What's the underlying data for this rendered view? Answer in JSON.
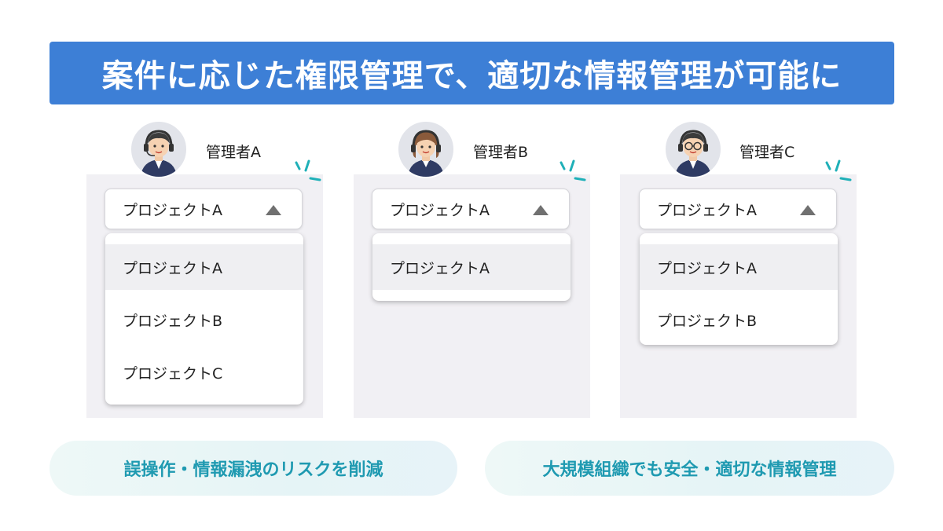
{
  "title": "案件に応じた権限管理で、適切な情報管理が可能に",
  "admins": [
    {
      "name": "管理者A",
      "selected": "プロジェクトA",
      "options": [
        "プロジェクトA",
        "プロジェクトB",
        "プロジェクトC"
      ]
    },
    {
      "name": "管理者B",
      "selected": "プロジェクトA",
      "options": [
        "プロジェクトA"
      ]
    },
    {
      "name": "管理者C",
      "selected": "プロジェクトA",
      "options": [
        "プロジェクトA",
        "プロジェクトB"
      ]
    }
  ],
  "benefits": [
    "誤操作・情報漏洩のリスクを削減",
    "大規模組織でも安全・適切な情報管理"
  ],
  "colors": {
    "title_bg": "#3d7fd6",
    "accent_teal": "#1f9ab1",
    "panel_bg": "#f1f0f4"
  }
}
